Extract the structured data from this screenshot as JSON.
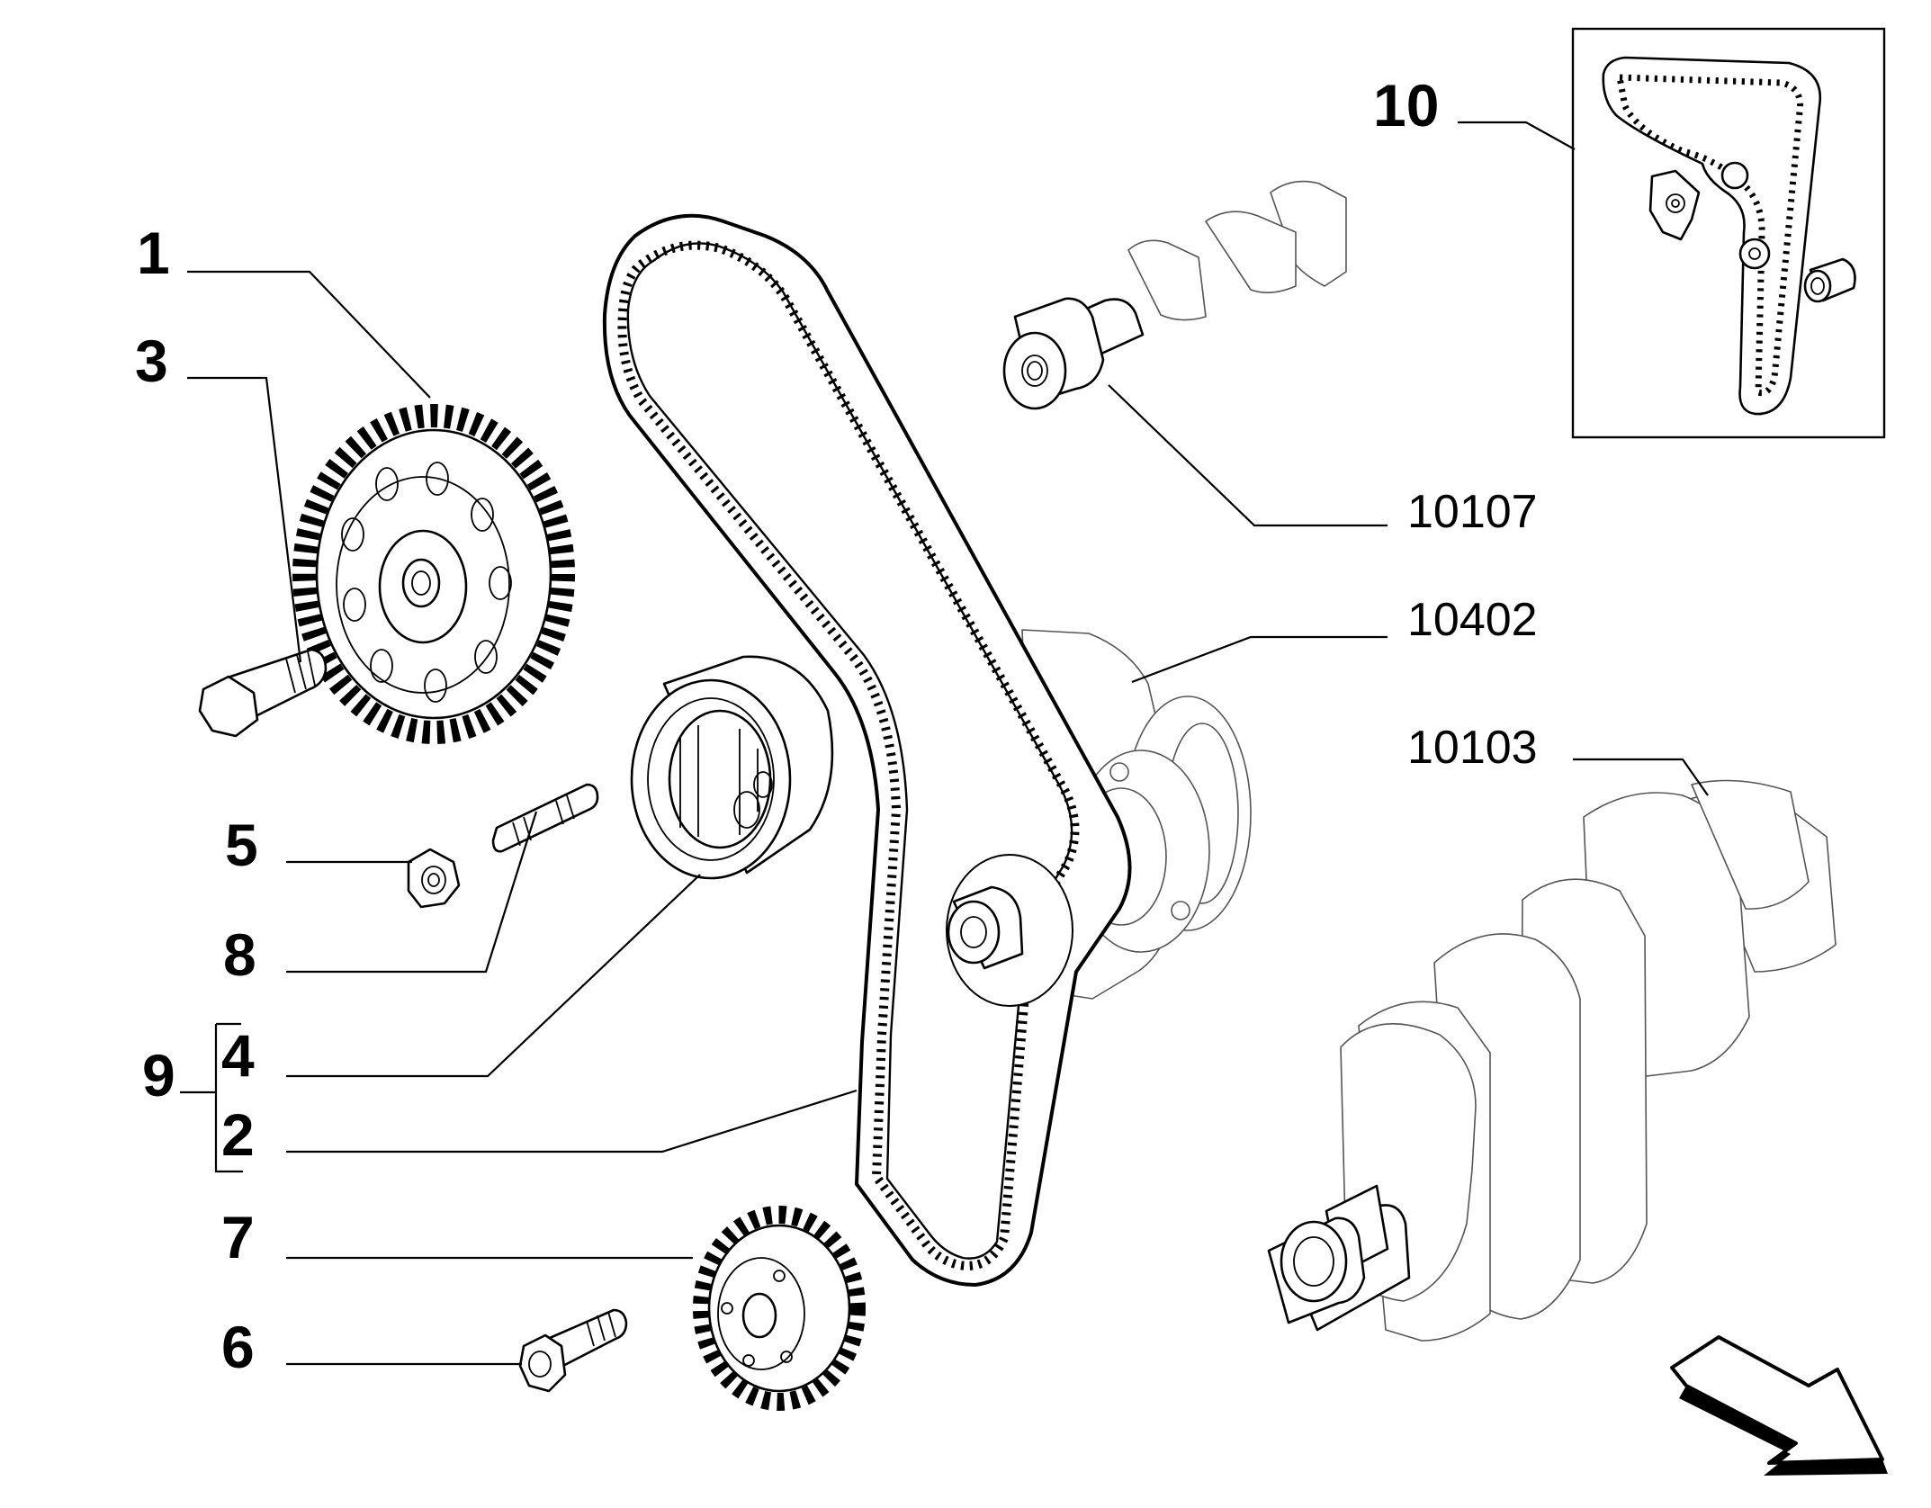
{
  "callouts": {
    "c1": "1",
    "c3": "3",
    "c5": "5",
    "c8": "8",
    "c9": "9",
    "c4": "4",
    "c2": "2",
    "c7": "7",
    "c6": "6",
    "c10": "10"
  },
  "references": {
    "r10107": "10107",
    "r10402": "10402",
    "r10103": "10103"
  }
}
